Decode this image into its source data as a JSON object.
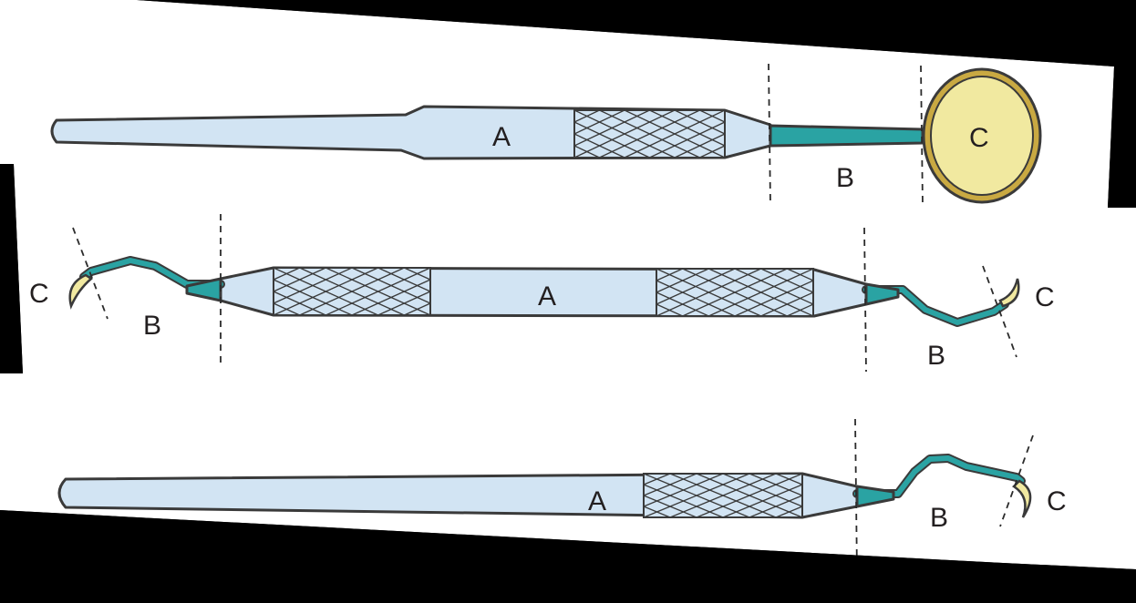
{
  "colors": {
    "background": "#000000",
    "paper": "#ffffff",
    "handle": "#d2e4f3",
    "shank": "#2aa3a3",
    "working_end": "#f1e9a0",
    "mirror_rim": "#c9a942",
    "outline": "#3a3a3a"
  },
  "instruments": [
    {
      "name": "mirror",
      "labels": {
        "handle": "A",
        "shank": "B",
        "working_end": "C"
      }
    },
    {
      "name": "double-ended-explorer",
      "labels": {
        "handle": "A",
        "shank_left": "B",
        "working_end_left": "C",
        "shank_right": "B",
        "working_end_right": "C"
      }
    },
    {
      "name": "single-ended-explorer",
      "labels": {
        "handle": "A",
        "shank": "B",
        "working_end": "C"
      }
    }
  ],
  "icons": [
    "mouth-mirror-icon",
    "explorer-icon"
  ]
}
